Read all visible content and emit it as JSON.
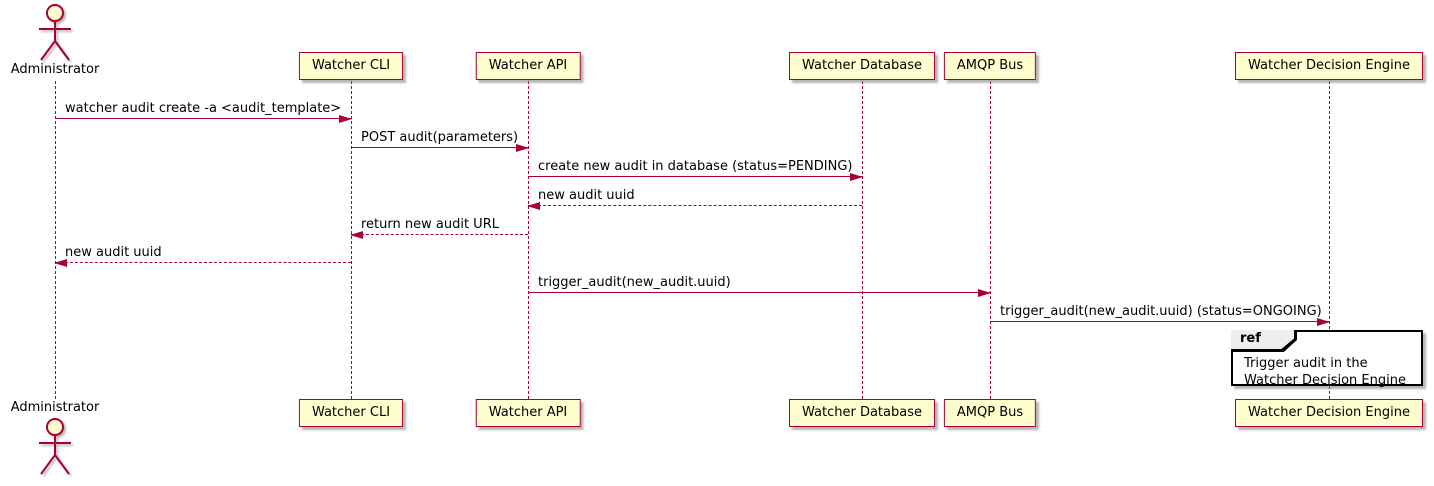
{
  "diagram": {
    "type": "sequence-diagram",
    "colors": {
      "line": "#A80036",
      "participant_fill": "#FEFECE",
      "participant_border": "#A80036",
      "text": "#000000",
      "ref_fill": "#FFFFFF",
      "ref_border": "#000000",
      "ref_tab_fill": "#EEEEEE",
      "background": "#FFFFFF"
    },
    "participants": [
      {
        "id": "administrator",
        "label": "Administrator",
        "kind": "actor"
      },
      {
        "id": "watcher-cli",
        "label": "Watcher CLI",
        "kind": "participant"
      },
      {
        "id": "watcher-api",
        "label": "Watcher API",
        "kind": "participant"
      },
      {
        "id": "watcher-database",
        "label": "Watcher Database",
        "kind": "participant"
      },
      {
        "id": "amqp-bus",
        "label": "AMQP Bus",
        "kind": "participant"
      },
      {
        "id": "watcher-decision-engine",
        "label": "Watcher Decision Engine",
        "kind": "participant"
      }
    ],
    "messages": [
      {
        "text": "watcher audit create -a <audit_template>",
        "from": "administrator",
        "to": "watcher-cli",
        "line": "solid"
      },
      {
        "text": "POST audit(parameters)",
        "from": "watcher-cli",
        "to": "watcher-api",
        "line": "solid"
      },
      {
        "text": "create new audit in database (status=PENDING)",
        "from": "watcher-api",
        "to": "watcher-database",
        "line": "solid"
      },
      {
        "text": "new audit uuid",
        "from": "watcher-database",
        "to": "watcher-api",
        "line": "dashed"
      },
      {
        "text": "return new audit URL",
        "from": "watcher-api",
        "to": "watcher-cli",
        "line": "dashed"
      },
      {
        "text": "new audit uuid",
        "from": "watcher-cli",
        "to": "administrator",
        "line": "dashed"
      },
      {
        "text": "trigger_audit(new_audit.uuid)",
        "from": "watcher-api",
        "to": "amqp-bus",
        "line": "solid"
      },
      {
        "text": "trigger_audit(new_audit.uuid) (status=ONGOING)",
        "from": "amqp-bus",
        "to": "watcher-decision-engine",
        "line": "solid"
      }
    ],
    "ref": {
      "keyword": "ref",
      "lines": [
        "Trigger audit in the",
        "Watcher Decision Engine"
      ],
      "over": "watcher-decision-engine"
    }
  }
}
